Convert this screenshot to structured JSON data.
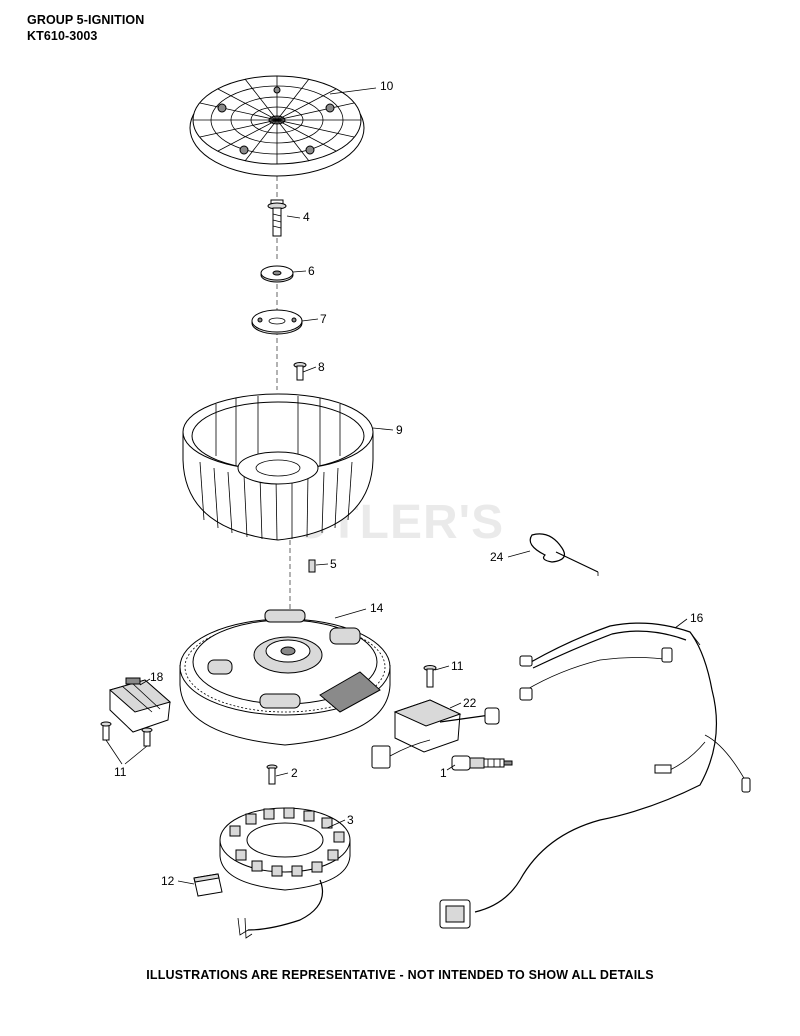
{
  "header": {
    "group": "GROUP 5-IGNITION",
    "model": "KT610-3003"
  },
  "watermark": "BUTLER'S",
  "footer": "ILLUSTRATIONS ARE REPRESENTATIVE - NOT INTENDED TO SHOW ALL DETAILS",
  "callouts": {
    "c10": "10",
    "c4": "4",
    "c6": "6",
    "c7": "7",
    "c8": "8",
    "c9": "9",
    "c5": "5",
    "c24": "24",
    "c14": "14",
    "c16": "16",
    "c18": "18",
    "c11a": "11",
    "c22": "22",
    "c11b": "11",
    "c1": "1",
    "c2": "2",
    "c3": "3",
    "c12": "12"
  }
}
